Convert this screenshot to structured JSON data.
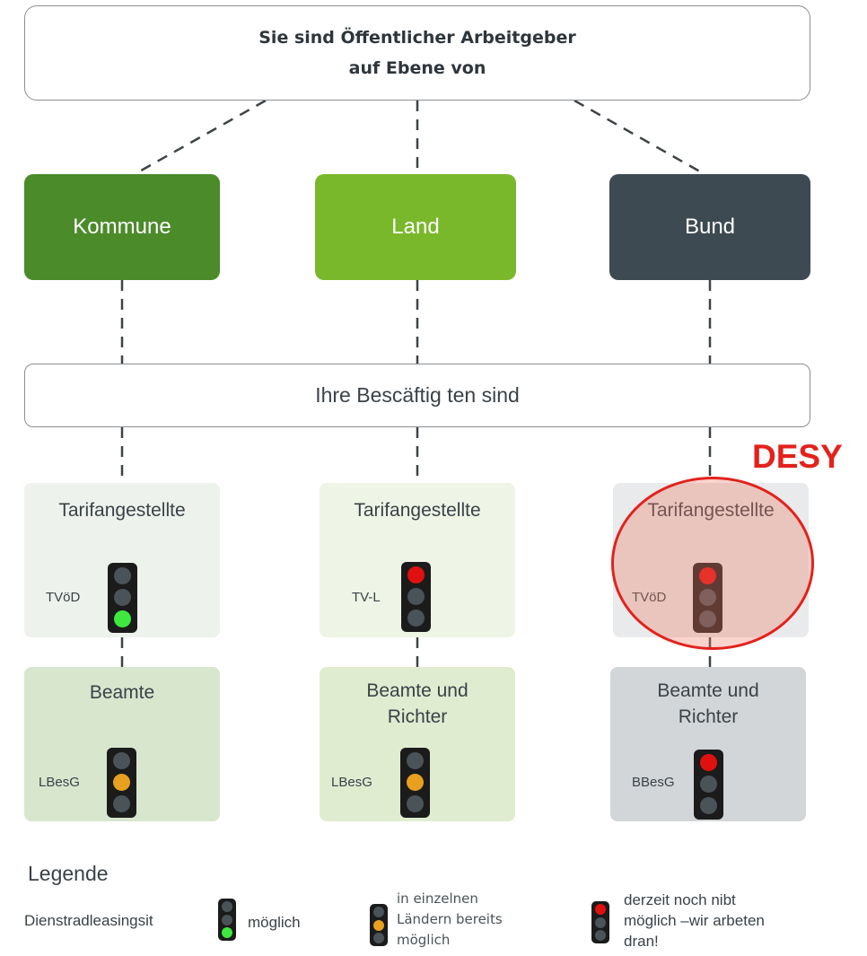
{
  "header": {
    "line1": "Sie sind Öffentlicher Arbeitgeber",
    "line2": "auf Ebene von"
  },
  "levels": {
    "kommune": "Kommune",
    "land": "Land",
    "bund": "Bund"
  },
  "middle": "Ihre Bescäftig ten sind",
  "cards": {
    "kommune_tarif": {
      "title": "Tarifangestellte",
      "law": "TVöD",
      "light": "green"
    },
    "land_tarif": {
      "title": "Tarifangestellte",
      "law": "TV-L",
      "light": "red"
    },
    "bund_tarif": {
      "title": "Tarifangestellte",
      "law": "TVöD",
      "light": "red"
    },
    "kommune_beamte": {
      "title": "Beamte",
      "law": "LBesG",
      "light": "amber"
    },
    "land_beamte": {
      "title_line1": "Beamte und",
      "title_line2": "Richter",
      "law": "LBesG",
      "light": "amber"
    },
    "bund_beamte": {
      "title_line1": "Beamte und",
      "title_line2": "Richter",
      "law": "BBesG",
      "light": "red"
    }
  },
  "highlight_label": "DESY",
  "legend": {
    "title": "Legende",
    "label": "Dienstradleasingsit",
    "green_text": "möglich",
    "amber_line1": "in einzelnen",
    "amber_line2": "Ländern bereits",
    "amber_line3": "möglich",
    "red_line1": "derzeit noch nibt",
    "red_line2": "möglich –wir arbeten",
    "red_line3": "dran!"
  },
  "colors": {
    "kommune": "#4b8b2a",
    "land": "#7ab82b",
    "bund": "#3d4a51",
    "red": "#e01010",
    "amber": "#e8a020",
    "green": "#3ee83e",
    "highlight": "#e3221c"
  }
}
